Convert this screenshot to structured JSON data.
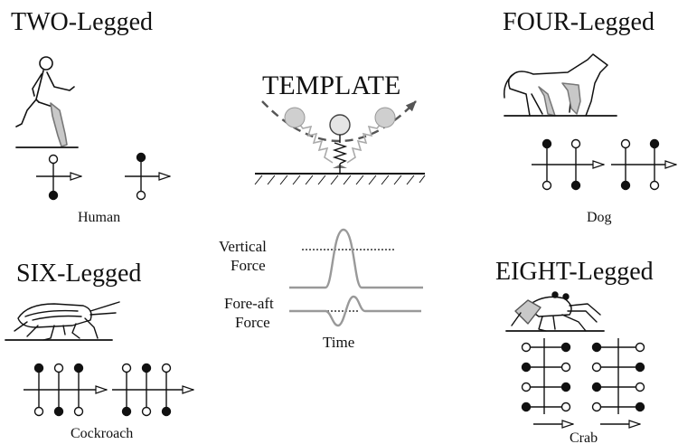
{
  "panels": {
    "two": {
      "title": "TWO-Legged",
      "caption": "Human"
    },
    "four": {
      "title": "FOUR-Legged",
      "caption": "Dog"
    },
    "six": {
      "title": "SIX-Legged",
      "caption": "Cockroach"
    },
    "eight": {
      "title": "EIGHT-Legged",
      "caption": "Crab"
    }
  },
  "template": {
    "title": "TEMPLATE",
    "vertical_label_1": "Vertical",
    "vertical_label_2": "Force",
    "foreaft_label_1": "Fore-aft",
    "foreaft_label_2": "Force",
    "time_label": "Time"
  },
  "icons": [
    "human-runner-icon",
    "dog-icon",
    "cockroach-icon",
    "crab-icon",
    "spring-mass-template-icon"
  ],
  "colors": {
    "ink": "#111111",
    "gray": "#9a9a9a",
    "light_gray": "#c8c8c8"
  }
}
